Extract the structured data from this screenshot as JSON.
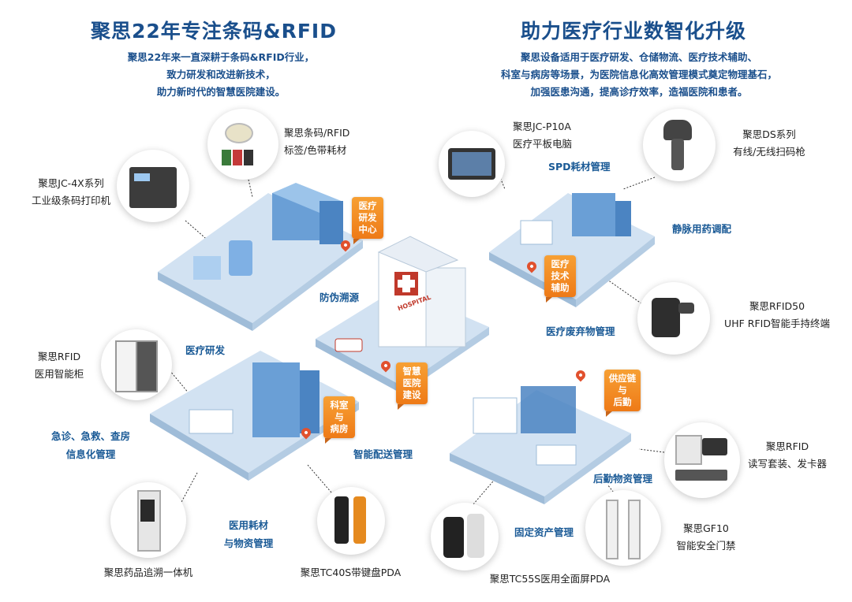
{
  "headings": {
    "left_title": "聚思22年专注条码&RFID",
    "left_lines": [
      "聚思22年来一直深耕于条码&RFID行业，",
      "致力研发和改进新技术，",
      "助力新时代的智慧医院建设。"
    ],
    "right_title": "助力医疗行业数智化升级",
    "right_lines": [
      "聚思设备适用于医疗研发、仓储物流、医疗技术辅助、",
      "科室与病房等场景，为医院信息化高效管理模式奠定物理基石，",
      "加强医患沟通，提高诊疗效率，造福医院和患者。"
    ]
  },
  "products": {
    "labels": [
      "聚思条码/RFID",
      "标签/色带耗材"
    ],
    "printer": [
      "聚思JC-4X系列",
      "工业级条码打印机"
    ],
    "cabinet": [
      "聚思RFID",
      "医用智能柜"
    ],
    "kiosk": "聚思药品追溯一体机",
    "tc40s": "聚思TC40S带键盘PDA",
    "tablet": [
      "聚思JC-P10A",
      "医疗平板电脑"
    ],
    "ds": [
      "聚思DS系列",
      "有线/无线扫码枪"
    ],
    "rfid50": [
      "聚思RFID50",
      "UHF RFID智能手持终端"
    ],
    "reader": [
      "聚思RFID",
      "读写套装、发卡器"
    ],
    "gf10": [
      "聚思GF10",
      "智能安全门禁"
    ],
    "tc55s": "聚思TC55S医用全面屏PDA"
  },
  "scenarios": {
    "anti_counterfeit": "防伪溯源",
    "rnd": "医疗研发",
    "emergency": [
      "急诊、急救、查房",
      "信息化管理"
    ],
    "consumables": [
      "医用耗材",
      "与物资管理"
    ],
    "delivery": "智能配送管理",
    "spd": "SPD耗材管理",
    "iv": "静脉用药调配",
    "waste": "医疗废弃物管理",
    "logistics": "后勤物资管理",
    "assets": "固定资产管理"
  },
  "tags": {
    "rnd_center": [
      "医疗",
      "研发",
      "中心"
    ],
    "smart_hospital": [
      "智慧",
      "医院",
      "建设"
    ],
    "tech_assist": [
      "医疗",
      "技术",
      "辅助"
    ],
    "ward": [
      "科室",
      "与",
      "病房"
    ],
    "supply": [
      "供应链",
      "与",
      "后勤"
    ]
  },
  "building_sign": "HOSPITAL",
  "colors": {
    "title_blue": "#1a4f8c",
    "tag_orange": "#ee7a17",
    "platform": "#cfe0f0",
    "pin_red": "#e1512e"
  }
}
